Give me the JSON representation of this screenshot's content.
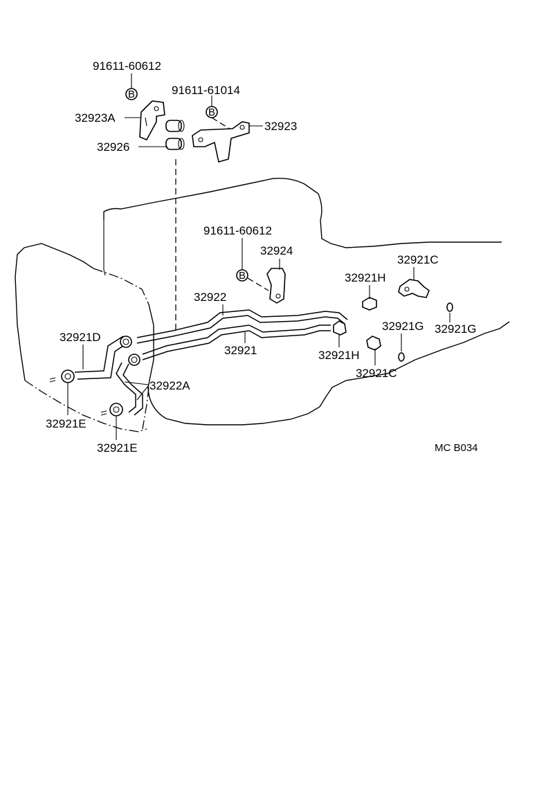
{
  "labels": {
    "bolt_top_left": "91611-60612",
    "bolt_top_right": "91611-61014",
    "bracket_a": "32923A",
    "bracket": "32923",
    "sleeve": "32926",
    "bolt_mid": "91611-60612",
    "clamp": "32924",
    "tube_upper": "32922",
    "tube_lower": "32921",
    "union_h_top": "32921H",
    "union_h_bottom": "32921H",
    "elbow_c_top": "32921C",
    "elbow_c_bottom": "32921C",
    "gasket_g_left": "32921G",
    "gasket_g_right": "32921G",
    "hose_d": "32921D",
    "hose_a": "32922A",
    "clip_e_left": "32921E",
    "clip_e_bottom": "32921E",
    "bolt_marker": "B",
    "figure_code": "MC B034"
  }
}
